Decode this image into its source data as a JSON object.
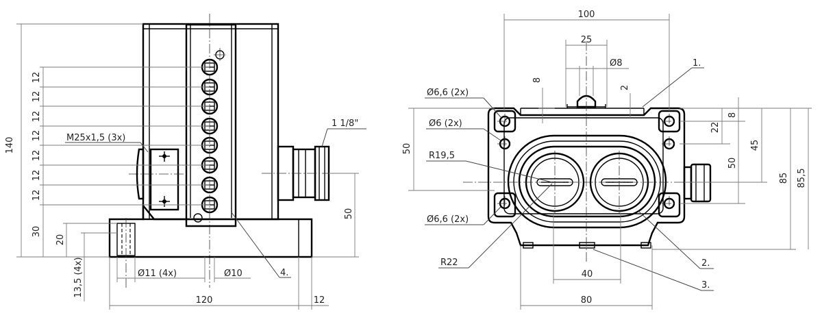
{
  "side_view": {
    "thread_spec": "M25x1,5 (3x)",
    "thread_size": "1 1/8\"",
    "dims": {
      "height_total": "140",
      "pitch_label": "12",
      "base_height": "30",
      "base_top": "20",
      "hole_depth": "13,5 (4x)",
      "gland_offset": "50",
      "hole_diam": "Ø11 (4x)",
      "small_diam": "Ø10",
      "base_length": "120",
      "gland_extension": "12"
    },
    "callouts": {
      "item4": "4."
    }
  },
  "front_view": {
    "dims": {
      "width_total": "100",
      "center_distance": "25",
      "pin_diam": "Ø8",
      "depth_8": "8",
      "depth_2": "2",
      "mount_hole_a": "Ø6,6 (2x)",
      "mount_hole_b": "Ø6 (2x)",
      "mount_hole_c": "Ø6,6 (2x)",
      "radius_small": "R19,5",
      "radius_large": "R22",
      "left_height": "50",
      "r_8": "8",
      "r_22": "22",
      "r_50": "50",
      "r_45": "45",
      "r_85": "85",
      "r_855": "85,5",
      "bottom_40": "40",
      "bottom_80": "80"
    },
    "callouts": {
      "item1": "1.",
      "item2": "2.",
      "item3": "3."
    }
  }
}
